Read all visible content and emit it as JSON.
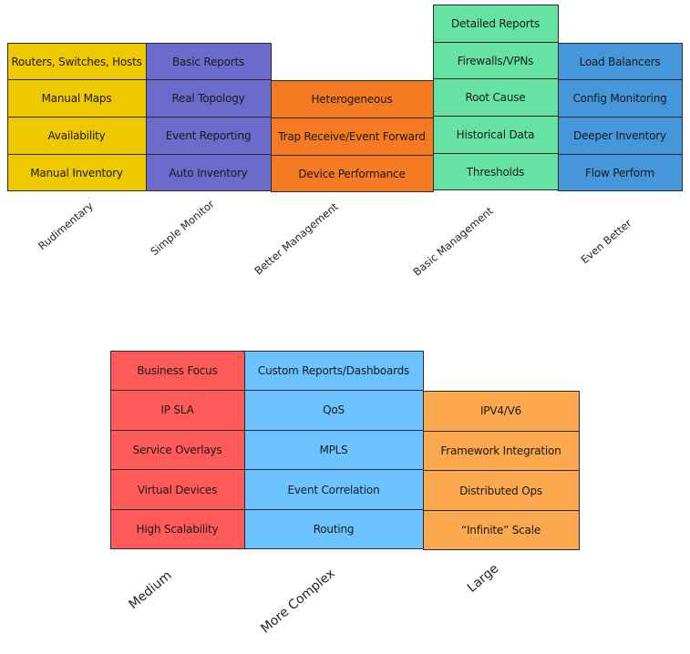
{
  "top_diagram": {
    "columns": [
      {
        "label": "Rudimentary",
        "color": "#EFC900",
        "items": [
          "Routers, Switches, Hosts",
          "Manual Maps",
          "Availability",
          "Manual Inventory"
        ]
      },
      {
        "label": "Simple Monitor",
        "color": "#6B6BCB",
        "items": [
          "Basic Reports",
          "Real Topology",
          "Event Reporting",
          "Auto Inventory"
        ]
      },
      {
        "label": "Better Management",
        "color": "#F47A24",
        "items": [
          "Heterogeneous",
          "Trap Receive/Event Forward",
          "Device Performance"
        ]
      },
      {
        "label": "Basic Management",
        "color": "#66E3A3",
        "items": [
          "Detailed Reports",
          "Firewalls/VPNs",
          "Root Cause",
          "Historical Data",
          "Thresholds"
        ]
      },
      {
        "label": "Even Better",
        "color": "#4596DB",
        "items": [
          "Load Balancers",
          "Config Monitoring",
          "Deeper Inventory",
          "Flow Perform"
        ]
      }
    ]
  },
  "bottom_diagram": {
    "columns": [
      {
        "label": "Medium",
        "color": "#FF5A5A",
        "items": [
          "Business Focus",
          "IP SLA",
          "Service Overlays",
          "Virtual Devices",
          "High Scalability"
        ]
      },
      {
        "label": "More Complex",
        "color": "#6CC3FF",
        "items": [
          "Custom Reports/Dashboards",
          "QoS",
          "MPLS",
          "Event Correlation",
          "Routing"
        ]
      },
      {
        "label": "Large",
        "color": "#FBA84E",
        "items": [
          "IPV4/V6",
          "Framework Integration",
          "Distributed Ops",
          "“Infinite” Scale"
        ]
      }
    ]
  }
}
